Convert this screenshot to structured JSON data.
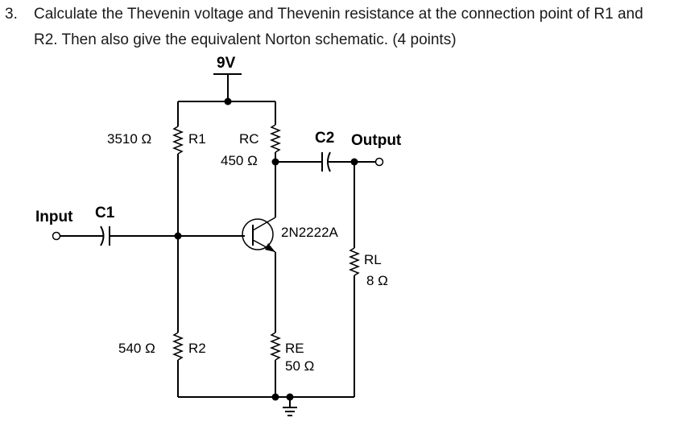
{
  "question": {
    "number": "3.",
    "line1": "Calculate the Thevenin voltage and Thevenin resistance at the connection point of R1 and",
    "line2": "R2. Then also give the equivalent Norton schematic. (4 points)"
  },
  "schematic": {
    "supply": "9V",
    "r1_value": "3510 Ω",
    "r1_name": "R1",
    "rc_name": "RC",
    "rc_value": "450 Ω",
    "c2_name": "C2",
    "output_label": "Output",
    "input_label": "Input",
    "c1_name": "C1",
    "transistor": "2N2222A",
    "rl_name": "RL",
    "rl_value": "8 Ω",
    "r2_value": "540 Ω",
    "r2_name": "R2",
    "re_name": "RE",
    "re_value": "50 Ω"
  }
}
